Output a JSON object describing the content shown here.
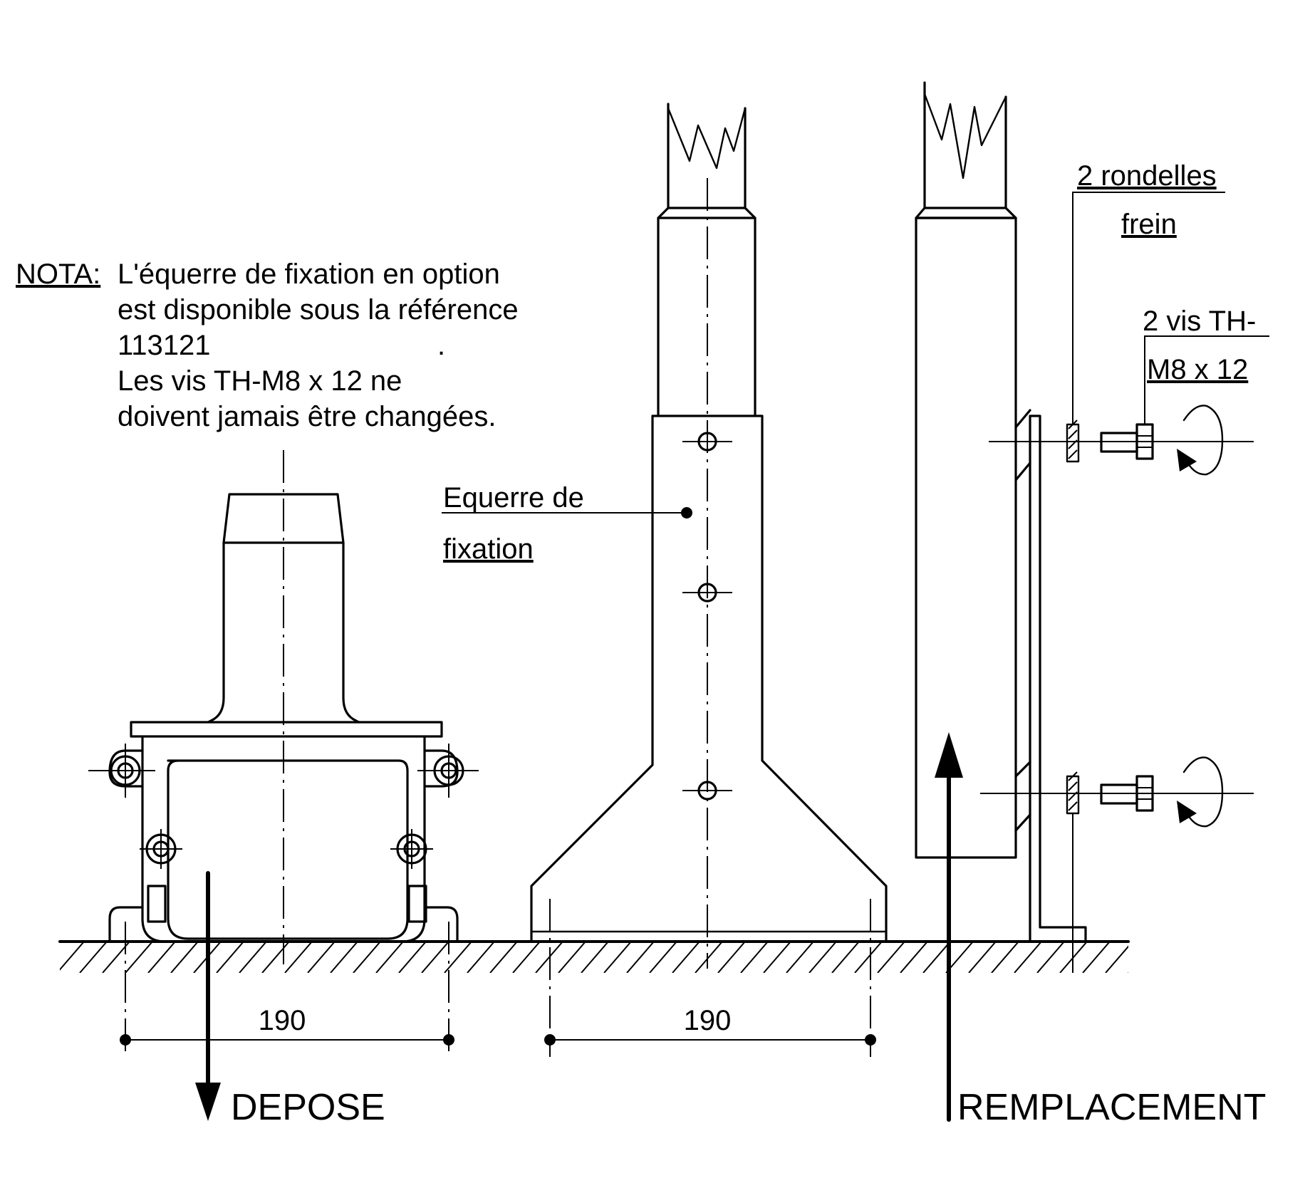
{
  "note": {
    "heading": "NOTA:",
    "lines": [
      "L'équerre de fixation en option",
      "est  disponible sous la référence",
      "113121",
      "Les vis TH-M8 x 12 ne",
      "doivent jamais être changées."
    ]
  },
  "labels": {
    "equerre_line1": "Equerre de",
    "equerre_line2": "fixation",
    "rondelles_line1": "2 rondelles",
    "rondelles_line2": "frein",
    "vis_line1": "2 vis TH-",
    "vis_line2": "M8 x 12"
  },
  "dimensions": {
    "left_spacing": "190",
    "middle_spacing": "190"
  },
  "actions": {
    "depose": "DEPOSE",
    "remplacement": "REMPLACEMENT"
  }
}
